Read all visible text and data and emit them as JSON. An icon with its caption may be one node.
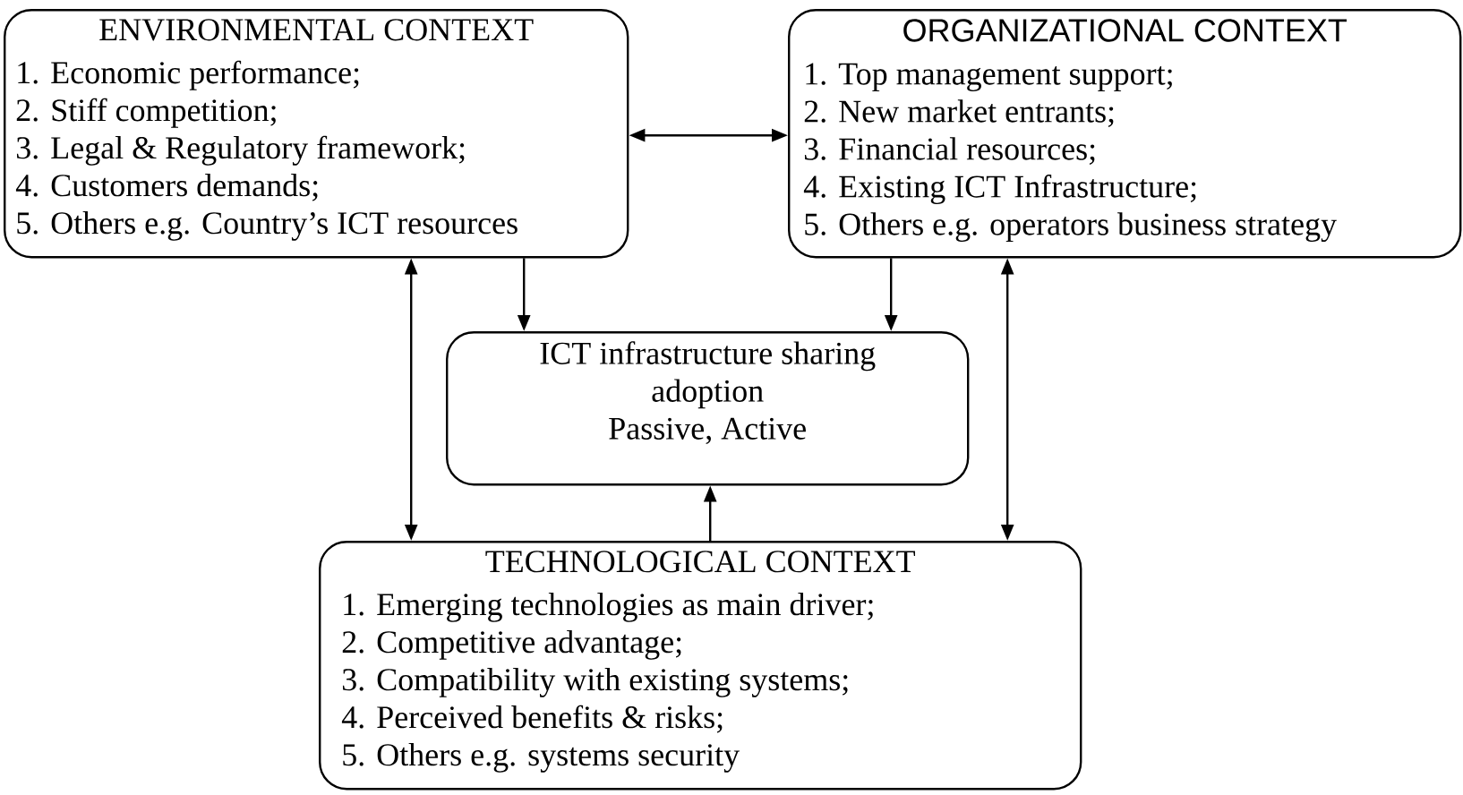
{
  "diagram": {
    "nodes": [
      {
        "text": [
          "ENVIRONMENTAL CONTEXT",
          "1. Economic performance;",
          "2. Stiff competition;",
          "3. Legal & Regulatory framework;",
          "4. Customers demands;",
          "5. Others e.g. Country’s ICT resources"
        ]
      },
      {
        "text": [
          "ORGANIZATIONAL CONTEXT",
          "1. Top management support;",
          "2. New market entrants;",
          "3. Financial resources;",
          "4. Existing ICT Infrastructure;",
          "5. Others e.g. operators business strategy"
        ]
      },
      {
        "text": [
          "ICT infrastructure sharing adoption",
          "Passive, Active"
        ]
      },
      {
        "text": [
          "TECHNOLOGICAL CONTEXT",
          "1. Emerging technologies as main driver;",
          "2. Competitive advantage;",
          "3. Compatibility with existing systems;",
          "4. Perceived benefits & risks;",
          "5. Others e.g. systems security"
        ]
      }
    ],
    "edges": [
      {
        "from": 0,
        "to": 1,
        "arrow": "both"
      },
      {
        "from": 0,
        "to": 2,
        "arrow": "to"
      },
      {
        "from": 1,
        "to": 2,
        "arrow": "to"
      },
      {
        "from": 0,
        "to": 3,
        "arrow": "both"
      },
      {
        "from": 1,
        "to": 3,
        "arrow": "both"
      },
      {
        "from": 3,
        "to": 2,
        "arrow": "to"
      }
    ]
  }
}
